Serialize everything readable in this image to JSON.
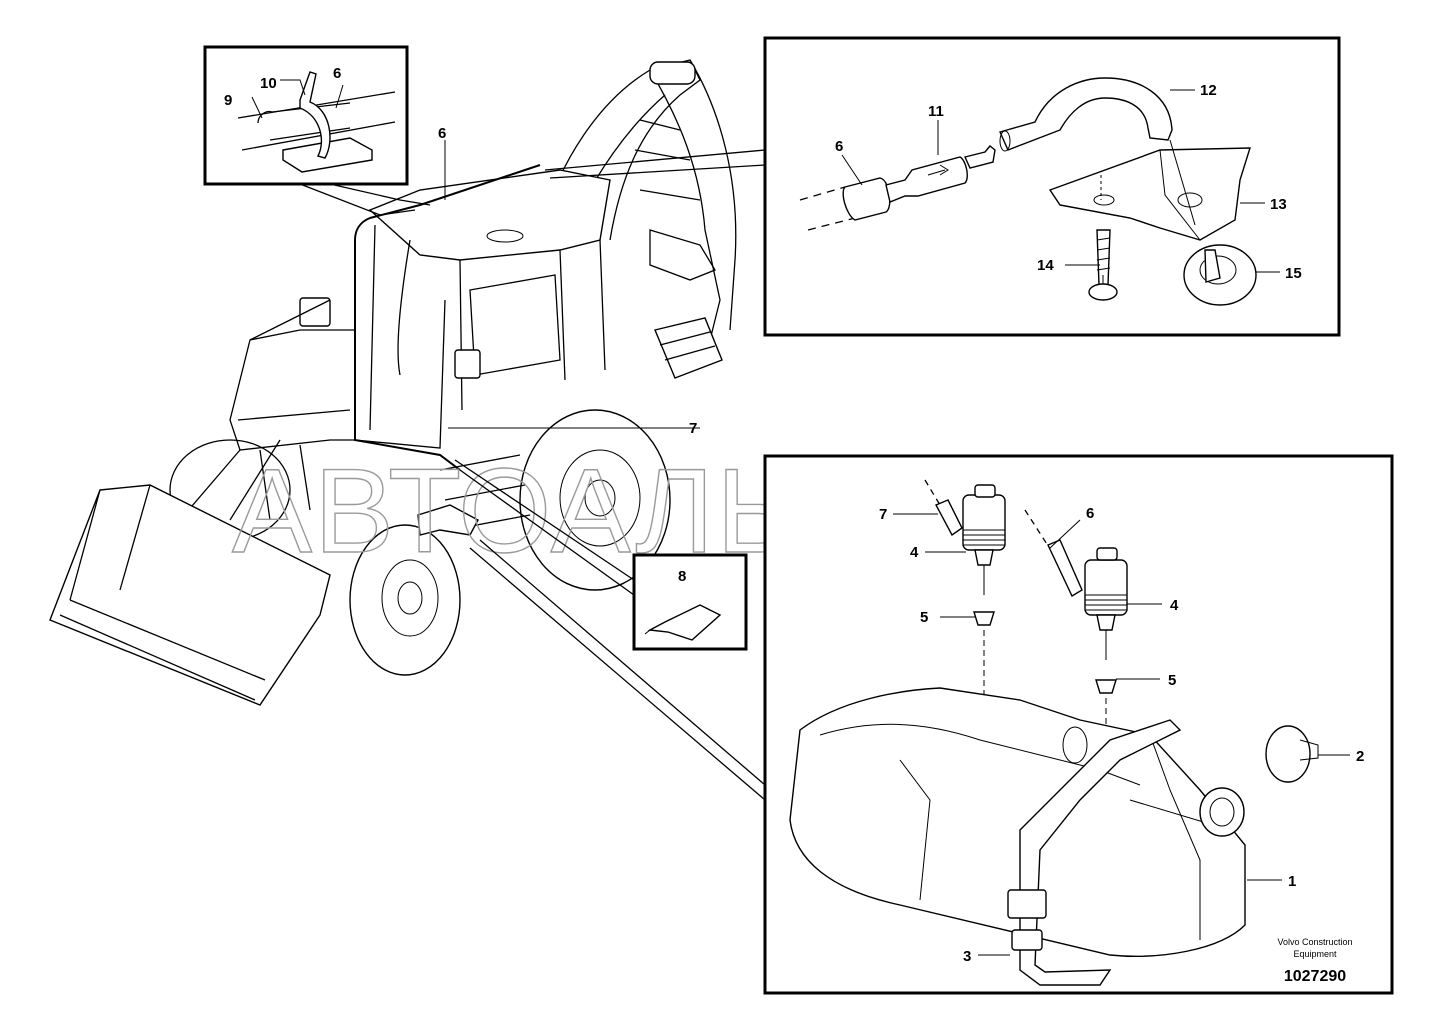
{
  "callouts": {
    "c1": "1",
    "c2": "2",
    "c3": "3",
    "c4a": "4",
    "c4b": "4",
    "c5a": "5",
    "c5b": "5",
    "c6a": "6",
    "c6b": "6",
    "c6c": "6",
    "c6d": "6",
    "c7a": "7",
    "c7b": "7",
    "c8": "8",
    "c9": "9",
    "c10": "10",
    "c11": "11",
    "c12": "12",
    "c13": "13",
    "c14": "14",
    "c15": "15"
  },
  "footer": {
    "brand_line1": "Volvo Construction",
    "brand_line2": "Equipment",
    "figure_number": "1027290"
  },
  "watermark": "АВТОАЛЬЯНС",
  "colors": {
    "line": "#000000",
    "watermark": "#9a9a9a",
    "background": "#ffffff"
  }
}
